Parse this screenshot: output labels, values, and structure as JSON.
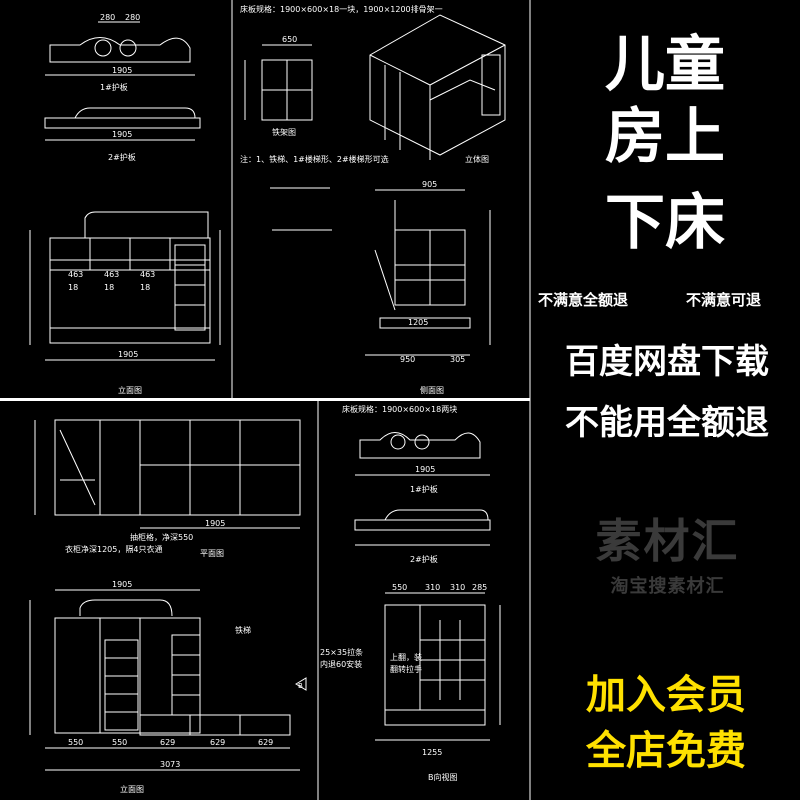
{
  "drawing": {
    "top_left": {
      "board1_dims": [
        "280",
        "280",
        "1905"
      ],
      "board1_label": "1#护板",
      "board2_dims": [
        "1905"
      ],
      "board2_label": "2#护板",
      "front_dims": [
        "463",
        "463",
        "463",
        "18",
        "18",
        "18",
        "1905"
      ],
      "front_label": "立面图"
    },
    "top_mid": {
      "spec": "床板规格：1900×600×18一块，1900×1200排骨架一",
      "frame_dim": "650",
      "frame_label": "铁架图",
      "note": "注：1、铁梯、1#楼梯形、2#楼梯形可选",
      "side_dims": [
        "905",
        "1205",
        "950",
        "305"
      ],
      "side_label": "侧面图",
      "iso_label": "立体图"
    },
    "bottom_left": {
      "plan_dims": [
        "1905"
      ],
      "plan_label": "平面图",
      "note_wardrobe": "衣柜净深1205，隔4只衣通",
      "note_drawer": "抽柜格，净深550",
      "front_dims": [
        "1905",
        "550",
        "550",
        "629",
        "629",
        "629",
        "3073"
      ],
      "ladder_label": "铁梯",
      "front_label": "立面图"
    },
    "bottom_right": {
      "spec": "床板规格：1900×600×18两块",
      "board1_dims": [
        "1905"
      ],
      "board1_label": "1#护板",
      "board2_label": "2#护板",
      "b_dims": [
        "550",
        "310",
        "310",
        "285",
        "1255"
      ],
      "b_note1": "上翻，装",
      "b_note2": "翻转拉手",
      "b_note3": "25×35拉条",
      "b_note4": "内退60安装",
      "b_label": "B向视图",
      "b_marker": "B"
    }
  },
  "promo": {
    "title_lines": [
      "儿童",
      "房上",
      "下床"
    ],
    "refund_left": "不满意全额退",
    "refund_right": "不满意可退",
    "download": "百度网盘下载",
    "unusable": "不能用全额退",
    "watermark_main": "素材汇",
    "watermark_sub": "淘宝搜素材汇",
    "member": "加入会员",
    "free": "全店免费"
  }
}
